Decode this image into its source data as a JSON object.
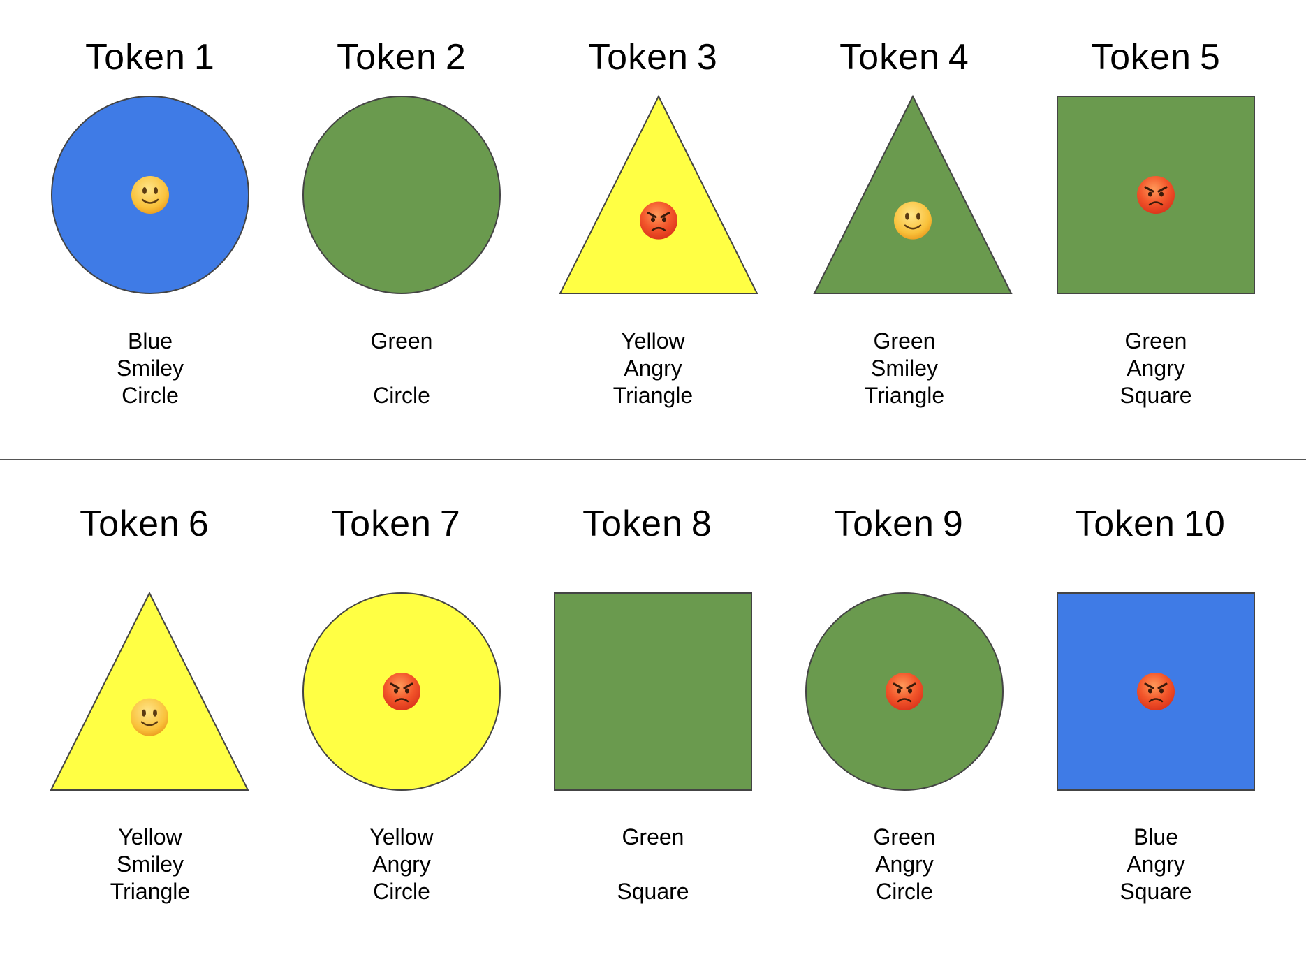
{
  "palette": {
    "Blue": "#3f7be6",
    "Green": "#6a9a4e",
    "Yellow": "#ffff44",
    "outline": "#444444"
  },
  "tokens": [
    {
      "title": "Token",
      "number": "1",
      "color_label": "Blue",
      "expression_label": "Smiley",
      "shape_label": "Circle",
      "shape": "circle",
      "fill": "#3f7be6",
      "face": "smiley-icon"
    },
    {
      "title": "Token",
      "number": "2",
      "color_label": "Green",
      "expression_label": "",
      "shape_label": "Circle",
      "shape": "circle",
      "fill": "#6a9a4e",
      "face": "none"
    },
    {
      "title": "Token",
      "number": "3",
      "color_label": "Yellow",
      "expression_label": "Angry",
      "shape_label": "Triangle",
      "shape": "triangle",
      "fill": "#ffff44",
      "face": "angry-icon"
    },
    {
      "title": "Token",
      "number": "4",
      "color_label": "Green",
      "expression_label": "Smiley",
      "shape_label": "Triangle",
      "shape": "triangle",
      "fill": "#6a9a4e",
      "face": "smiley-icon"
    },
    {
      "title": "Token",
      "number": "5",
      "color_label": "Green",
      "expression_label": "Angry",
      "shape_label": "Square",
      "shape": "square",
      "fill": "#6a9a4e",
      "face": "angry-icon"
    },
    {
      "title": "Token",
      "number": "6",
      "color_label": "Yellow",
      "expression_label": "Smiley",
      "shape_label": "Triangle",
      "shape": "triangle",
      "fill": "#ffff44",
      "face": "smiley-icon"
    },
    {
      "title": "Token",
      "number": "7",
      "color_label": "Yellow",
      "expression_label": "Angry",
      "shape_label": "Circle",
      "shape": "circle",
      "fill": "#ffff44",
      "face": "angry-icon"
    },
    {
      "title": "Token",
      "number": "8",
      "color_label": "Green",
      "expression_label": "",
      "shape_label": "Square",
      "shape": "square",
      "fill": "#6a9a4e",
      "face": "none"
    },
    {
      "title": "Token",
      "number": "9",
      "color_label": "Green",
      "expression_label": "Angry",
      "shape_label": "Circle",
      "shape": "circle",
      "fill": "#6a9a4e",
      "face": "angry-icon"
    },
    {
      "title": "Token",
      "number": "10",
      "color_label": "Blue",
      "expression_label": "Angry",
      "shape_label": "Square",
      "shape": "square",
      "fill": "#3f7be6",
      "face": "angry-icon"
    }
  ]
}
